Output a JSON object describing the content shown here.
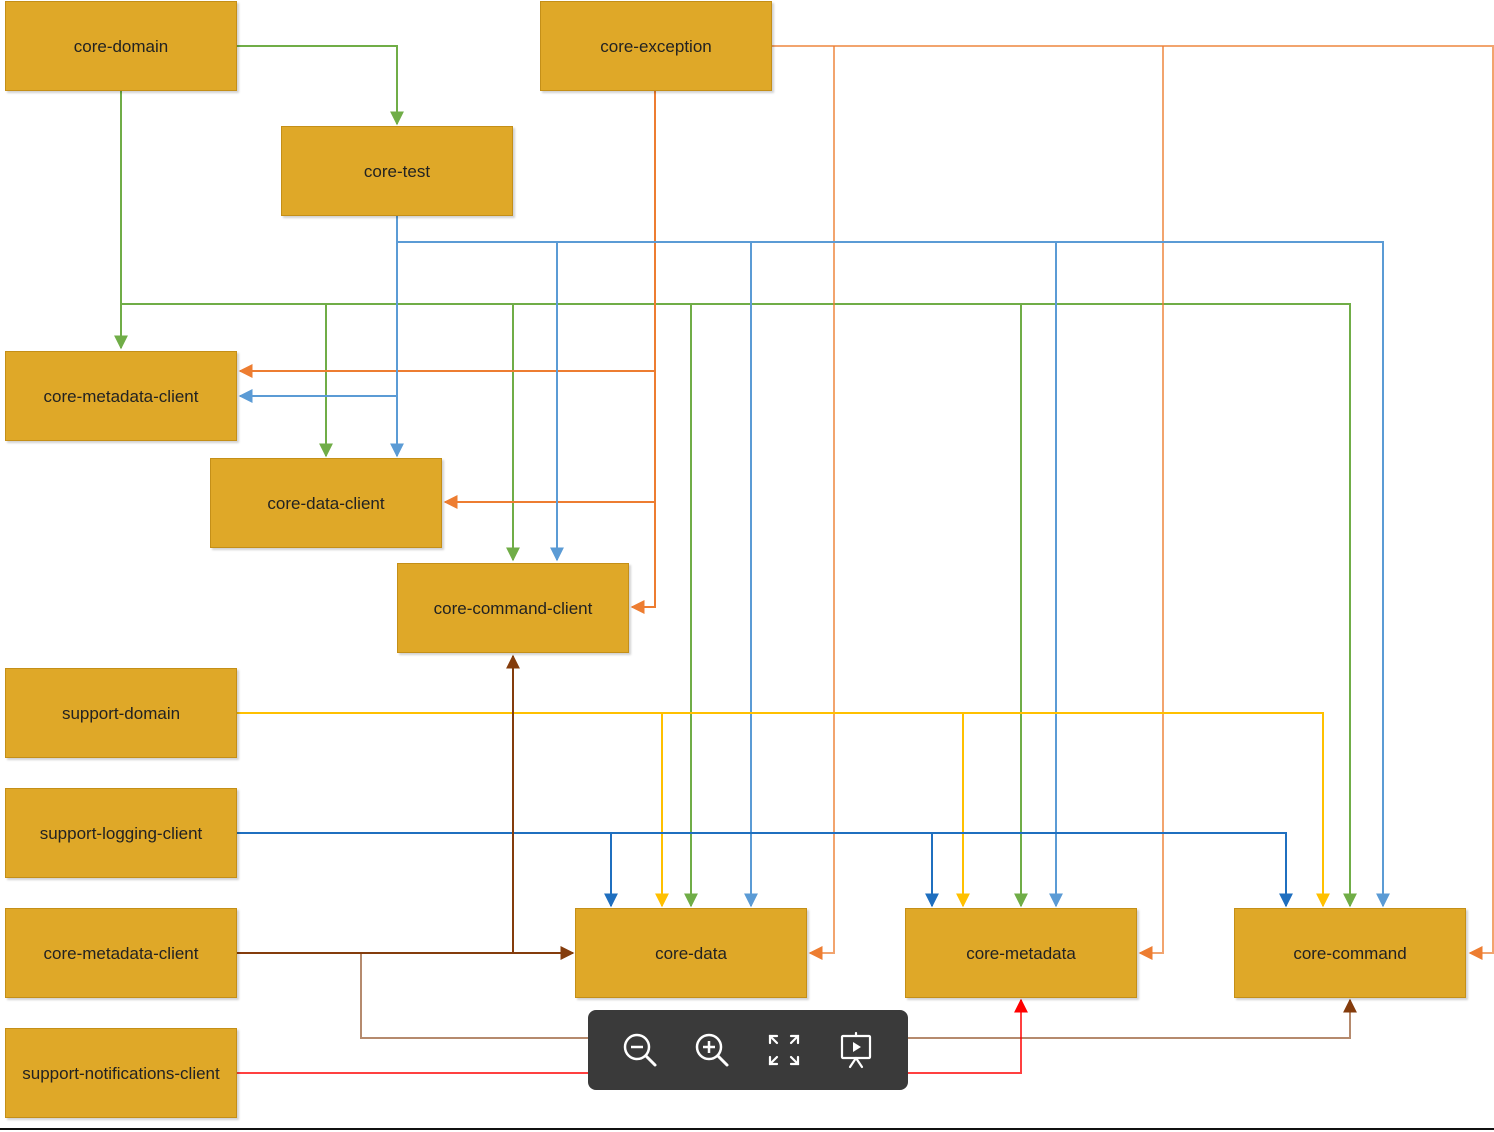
{
  "nodes": {
    "core_domain": "core-domain",
    "core_exception": "core-exception",
    "core_test": "core-test",
    "core_metadata_client_top": "core-metadata-client",
    "core_data_client": "core-data-client",
    "core_command_client": "core-command-client",
    "support_domain": "support-domain",
    "support_logging_client": "support-logging-client",
    "core_metadata_client_bottom": "core-metadata-client",
    "support_notifications_client": "support-notifications-client",
    "core_data": "core-data",
    "core_metadata": "core-metadata",
    "core_command": "core-command"
  },
  "edges": [
    {
      "from": "core-domain",
      "to": "core-test",
      "color": "#70ad47"
    },
    {
      "from": "core-domain",
      "to": "core-metadata-client",
      "color": "#70ad47"
    },
    {
      "from": "core-domain",
      "to": "core-data-client",
      "color": "#70ad47"
    },
    {
      "from": "core-domain",
      "to": "core-command-client",
      "color": "#70ad47"
    },
    {
      "from": "core-domain",
      "to": "core-data",
      "color": "#70ad47"
    },
    {
      "from": "core-domain",
      "to": "core-metadata",
      "color": "#70ad47"
    },
    {
      "from": "core-domain",
      "to": "core-command",
      "color": "#70ad47"
    },
    {
      "from": "core-exception",
      "to": "core-metadata-client",
      "color": "#ed7d31"
    },
    {
      "from": "core-exception",
      "to": "core-data-client",
      "color": "#ed7d31"
    },
    {
      "from": "core-exception",
      "to": "core-command-client",
      "color": "#ed7d31"
    },
    {
      "from": "core-exception",
      "to": "core-data",
      "color": "#ed7d31"
    },
    {
      "from": "core-exception",
      "to": "core-metadata",
      "color": "#ed7d31"
    },
    {
      "from": "core-exception",
      "to": "core-command",
      "color": "#ed7d31"
    },
    {
      "from": "core-test",
      "to": "core-metadata-client",
      "color": "#5b9bd5"
    },
    {
      "from": "core-test",
      "to": "core-data-client",
      "color": "#5b9bd5"
    },
    {
      "from": "core-test",
      "to": "core-command-client",
      "color": "#5b9bd5"
    },
    {
      "from": "core-test",
      "to": "core-data",
      "color": "#5b9bd5"
    },
    {
      "from": "core-test",
      "to": "core-metadata",
      "color": "#5b9bd5"
    },
    {
      "from": "core-test",
      "to": "core-command",
      "color": "#5b9bd5"
    },
    {
      "from": "support-domain",
      "to": "core-data",
      "color": "#ffc000"
    },
    {
      "from": "support-domain",
      "to": "core-metadata",
      "color": "#ffc000"
    },
    {
      "from": "support-domain",
      "to": "core-command",
      "color": "#ffc000"
    },
    {
      "from": "support-logging-client",
      "to": "core-data",
      "color": "#2e75b6"
    },
    {
      "from": "support-logging-client",
      "to": "core-metadata",
      "color": "#2e75b6"
    },
    {
      "from": "support-logging-client",
      "to": "core-command",
      "color": "#2e75b6"
    },
    {
      "from": "core-metadata-client",
      "to": "core-data",
      "color": "#843c0c"
    },
    {
      "from": "core-metadata-client",
      "to": "core-command-client",
      "color": "#843c0c"
    },
    {
      "from": "core-metadata-client",
      "to": "core-command",
      "color": "#843c0c"
    },
    {
      "from": "support-notifications-client",
      "to": "core-metadata",
      "color": "#ff0000"
    }
  ],
  "toolbar": {
    "buttons": [
      "zoom-out-icon",
      "zoom-in-icon",
      "fit-screen-icon",
      "presentation-icon"
    ]
  }
}
